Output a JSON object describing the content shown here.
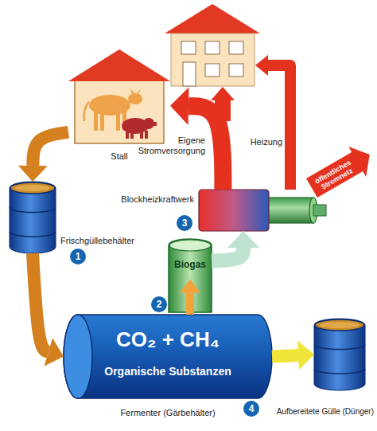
{
  "diagram": {
    "nodes": [
      {
        "text": [
          "Stall"
        ]
      },
      {
        "text": [
          "Frischgüllebehälter"
        ]
      },
      {
        "text": [
          "Blockheizkraftwerk"
        ]
      },
      {
        "text": [
          "CO₂ + CH₄",
          "Organische Substanzen",
          "Fermenter (Gärbehälter)"
        ]
      },
      {
        "text": [
          "Biogas"
        ]
      },
      {
        "text": [
          "Aufbereitete Gülle (Dünger)"
        ]
      }
    ],
    "edges": [
      {
        "from": 0,
        "to": 1,
        "arrow": "to"
      },
      {
        "from": 1,
        "to": 3,
        "arrow": "to"
      },
      {
        "from": 3,
        "to": 4,
        "arrow": "to"
      },
      {
        "from": 4,
        "to": 2,
        "arrow": "to"
      },
      {
        "from": 3,
        "to": 5,
        "arrow": "to"
      },
      {
        "from": 2,
        "to": 0,
        "arrow": "to",
        "label": "Eigene Stromversorgung"
      }
    ],
    "labels": [
      "1",
      "2",
      "3",
      "4",
      "Heizung",
      "öffentliches Stromnetz"
    ]
  }
}
